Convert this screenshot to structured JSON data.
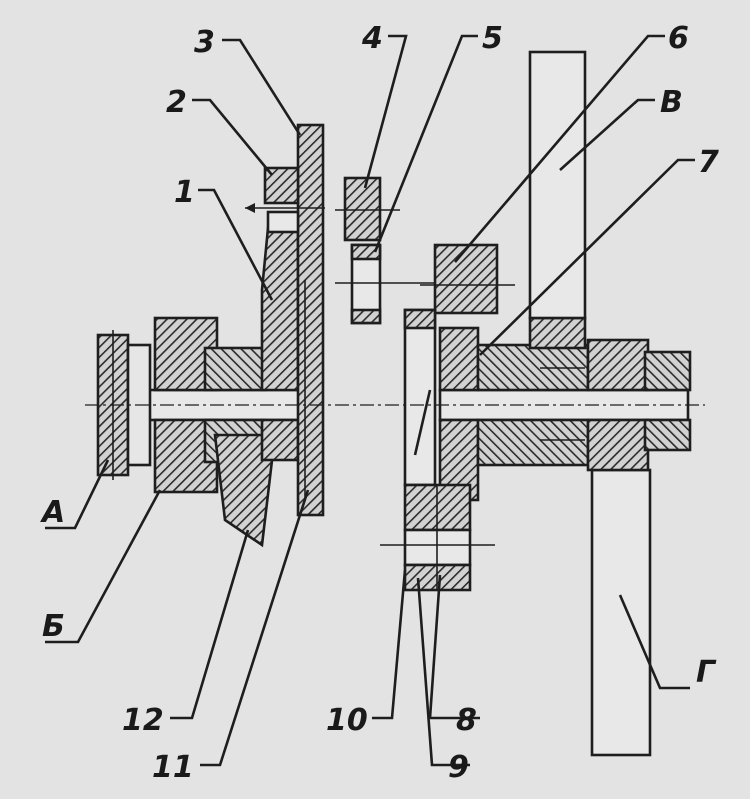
{
  "labels": {
    "l1": "1",
    "l2": "2",
    "l3": "3",
    "l4": "4",
    "l5": "5",
    "l6": "6",
    "l7": "7",
    "l8": "8",
    "l9": "9",
    "l10": "10",
    "l11": "11",
    "l12": "12",
    "lA": "А",
    "lB": "Б",
    "lV": "В",
    "lG": "Г"
  },
  "colors": {
    "background": "#e3e3e3",
    "ink": "#1e1e1e",
    "hatch": "#2b2b2b"
  }
}
